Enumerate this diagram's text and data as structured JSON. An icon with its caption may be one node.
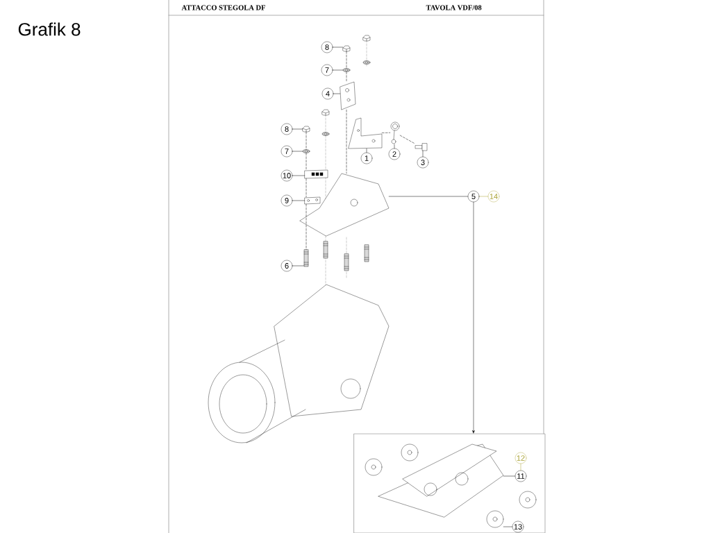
{
  "diagram": {
    "title": "Grafik 8",
    "nodes": [
      {
        "text": [
          "8"
        ]
      },
      {
        "text": [
          "7"
        ]
      },
      {
        "text": [
          "4"
        ]
      },
      {
        "text": [
          "8"
        ]
      },
      {
        "text": [
          "7"
        ]
      },
      {
        "text": [
          "10"
        ]
      },
      {
        "text": [
          "9"
        ]
      },
      {
        "text": [
          "1"
        ]
      },
      {
        "text": [
          "2"
        ]
      },
      {
        "text": [
          "3"
        ]
      },
      {
        "text": [
          "5"
        ]
      },
      {
        "text": [
          "14"
        ]
      },
      {
        "text": [
          "6"
        ]
      },
      {
        "text": [],
        "shape": "box"
      },
      {
        "text": [
          "12"
        ],
        "in": 13
      },
      {
        "text": [
          "11"
        ],
        "in": 13
      },
      {
        "text": [
          "13"
        ],
        "in": 13
      },
      {
        "text": [],
        "shape": "picture"
      },
      {
        "text": [],
        "shape": "picture"
      },
      {
        "text": [],
        "shape": "picture"
      },
      {
        "text": [],
        "shape": "picture"
      },
      {
        "text": [],
        "shape": "picture"
      },
      {
        "text": [],
        "shape": "picture"
      },
      {
        "text": [],
        "shape": "picture"
      },
      {
        "text": [],
        "shape": "picture"
      },
      {
        "text": [],
        "shape": "picture"
      },
      {
        "text": [],
        "shape": "picture"
      },
      {
        "text": [],
        "shape": "picture"
      },
      {
        "text": [],
        "shape": "picture"
      },
      {
        "text": [],
        "shape": "picture",
        "in": 13
      },
      {
        "text": [],
        "shape": "picture",
        "in": 13
      }
    ],
    "edges": [
      {
        "from": 0,
        "to": 17,
        "arrow": "none"
      },
      {
        "from": 1,
        "to": 18,
        "arrow": "none"
      },
      {
        "from": 2,
        "to": 19,
        "arrow": "none"
      },
      {
        "from": 3,
        "to": 20,
        "arrow": "none"
      },
      {
        "from": 4,
        "to": 21,
        "arrow": "none"
      },
      {
        "from": 5,
        "to": 22,
        "arrow": "none"
      },
      {
        "from": 6,
        "to": 23,
        "arrow": "none"
      },
      {
        "from": 7,
        "to": 24,
        "arrow": "none"
      },
      {
        "from": 8,
        "to": 25,
        "arrow": "none"
      },
      {
        "from": 9,
        "to": 26,
        "arrow": "none"
      },
      {
        "from": 10,
        "to": 27,
        "arrow": "none"
      },
      {
        "from": 11,
        "to": 10,
        "arrow": "none",
        "color": "#a8a030"
      },
      {
        "from": 12,
        "to": 28,
        "arrow": "none"
      },
      {
        "from": 10,
        "to": 13,
        "arrow": "to"
      },
      {
        "from": 14,
        "to": 15,
        "arrow": "none",
        "color": "#a8a030"
      },
      {
        "from": 15,
        "to": 29,
        "arrow": "none"
      },
      {
        "from": 16,
        "to": 30,
        "arrow": "none"
      },
      {
        "from": 17,
        "to": 18,
        "arrow": "none",
        "style": "dashed"
      },
      {
        "from": 18,
        "to": 19,
        "arrow": "none",
        "style": "dashed"
      },
      {
        "from": 19,
        "to": 27,
        "arrow": "none",
        "style": "dashed"
      },
      {
        "from": 20,
        "to": 21,
        "arrow": "none",
        "style": "dashed"
      },
      {
        "from": 21,
        "to": 22,
        "arrow": "none",
        "style": "dashed"
      },
      {
        "from": 22,
        "to": 23,
        "arrow": "none",
        "style": "dashed"
      },
      {
        "from": 23,
        "to": 28,
        "arrow": "none",
        "style": "dashed"
      },
      {
        "from": 24,
        "to": 25,
        "arrow": "none",
        "style": "dashed"
      },
      {
        "from": 25,
        "to": 26,
        "arrow": "none",
        "style": "dashed"
      }
    ],
    "labels": [
      "ATTACCO STEGOLA DF",
      "TAVOLA VDF/08"
    ]
  }
}
